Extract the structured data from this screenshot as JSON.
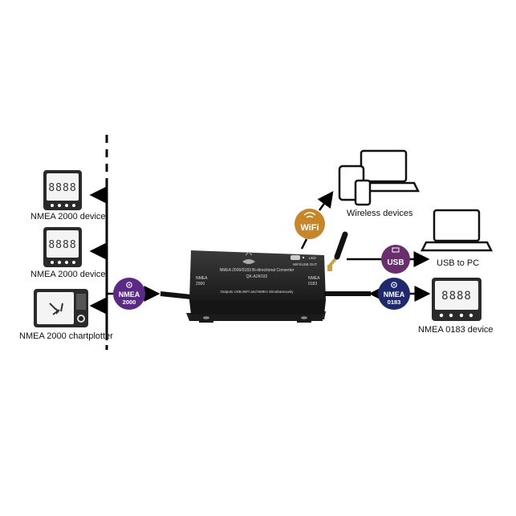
{
  "devices": {
    "n2k_device_1": "NMEA 2000 device",
    "n2k_device_2": "NMEA 2000 device",
    "chartplotter": "NMEA 2000 chartplotter",
    "wireless": "Wireless devices",
    "usb_pc": "USB to PC",
    "n0183_device": "NMEA 0183 device",
    "display_digits": "8888"
  },
  "badges": {
    "nmea2000_top": "NMEA",
    "nmea2000_bottom": "2000",
    "wifi": "WiFi",
    "usb": "USB",
    "nmea0183_top": "NMEA",
    "nmea0183_bottom": "0183"
  },
  "converter": {
    "title": "NMEA 2000/0183 Bi-directional Converter",
    "model": "QK-A2K032",
    "led": "LED",
    "wifi_out": "WiFi/USB OUT",
    "port_left_1": "NMEA",
    "port_left_2": "2000",
    "port_right_1": "NMEA",
    "port_right_2": "0183",
    "footer": "Outputs USB,WiFi and NMEA Simultaneously"
  },
  "colors": {
    "nmea2000_badge": "#5b2a86",
    "wifi_badge": "#c8862a",
    "usb_badge": "#6a2d6e",
    "nmea0183_badge": "#1f2a6e",
    "device_body": "#2a2a2a"
  }
}
